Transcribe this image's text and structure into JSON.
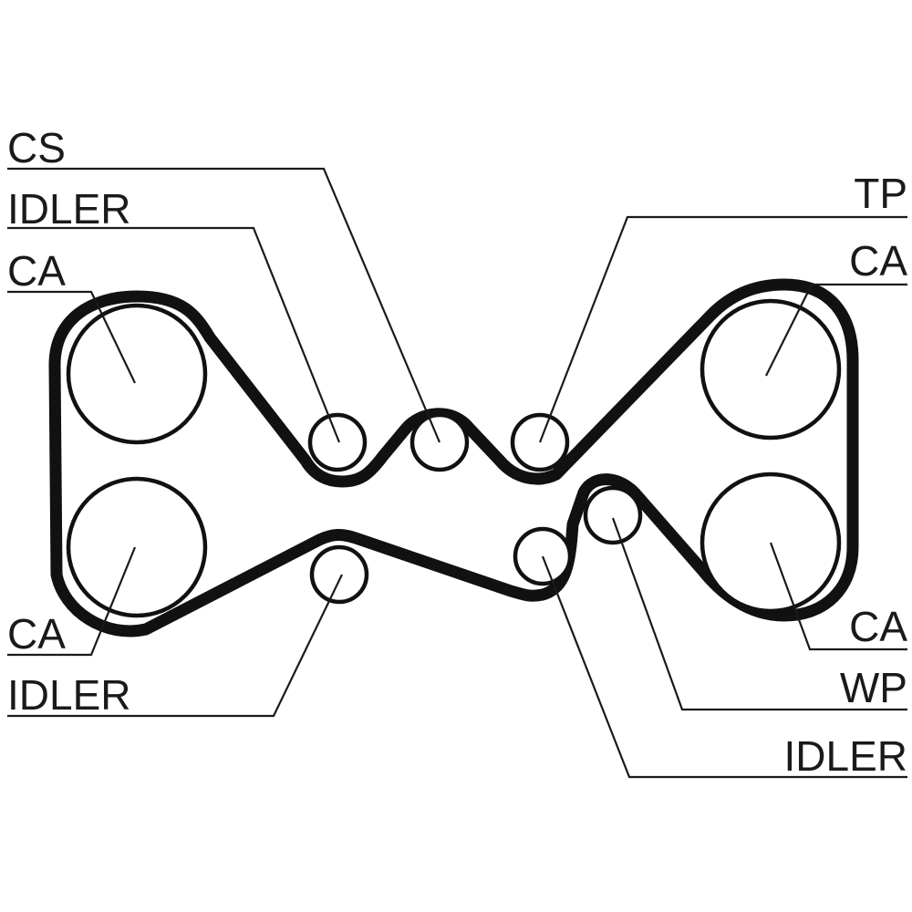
{
  "labels": {
    "cs": "CS",
    "idler_top_left": "IDLER",
    "ca_top_left": "CA",
    "tp": "TP",
    "ca_top_right": "CA",
    "ca_bottom_left": "CA",
    "idler_bottom_left": "IDLER",
    "ca_bottom_right": "CA",
    "wp": "WP",
    "idler_bottom_right": "IDLER"
  },
  "colors": {
    "line": "#111111",
    "background": "#ffffff"
  }
}
